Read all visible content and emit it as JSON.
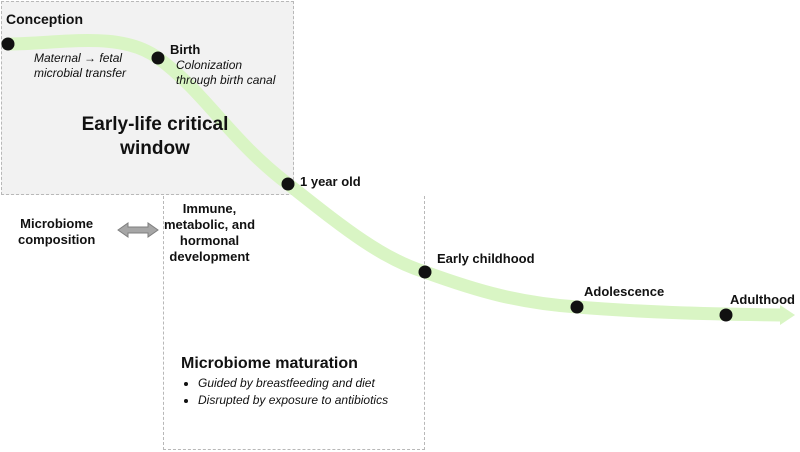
{
  "stages": {
    "conception": "Conception",
    "birth": "Birth",
    "one_year": "1 year old",
    "early_childhood": "Early childhood",
    "adolescence": "Adolescence",
    "adulthood": "Adulthood"
  },
  "notes": {
    "maternal_line1": "Maternal → fetal",
    "maternal_line2": "microbial transfer",
    "birth_line1": "Colonization",
    "birth_line2": "through birth canal"
  },
  "critical_window": {
    "line1": "Early-life critical",
    "line2": "window"
  },
  "left_panel": {
    "microbiome_line1": "Microbiome",
    "microbiome_line2": "composition",
    "dev_line1": "Immune,",
    "dev_line2": "metabolic, and",
    "dev_line3": "hormonal",
    "dev_line4": "development"
  },
  "maturation": {
    "title": "Microbiome maturation",
    "bullets": [
      "Guided by breastfeeding and diet",
      "Disrupted by exposure to antibiotics"
    ]
  },
  "colors": {
    "curve": "#d9f5c4",
    "box_fill": "#f2f2f2",
    "dash": "#b8b8b8",
    "arrow": "#a6a6a6",
    "dot": "#111111"
  }
}
